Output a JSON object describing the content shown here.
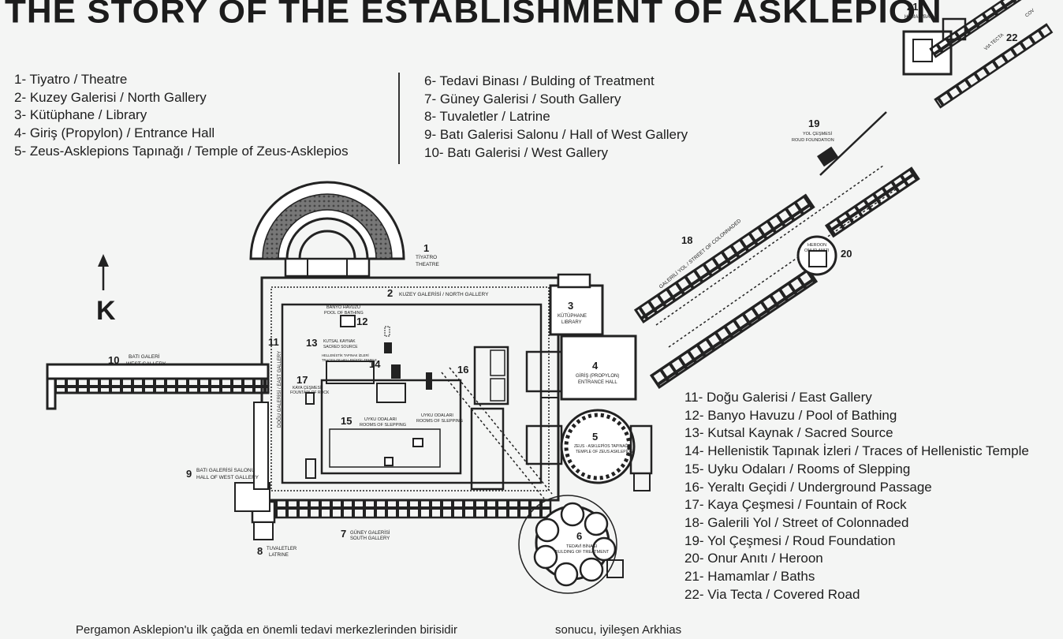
{
  "title": "THE STORY OF THE ESTABLISHMENT OF ASKLEPION",
  "north_letter": "K",
  "legend": [
    "1- Tiyatro / Theatre",
    "2- Kuzey Galerisi / North Gallery",
    "3- Kütüphane / Library",
    "4- Giriş (Propylon) / Entrance Hall",
    "5- Zeus-Asklepions Tapınağı / Temple of Zeus-Asklepios",
    "6- Tedavi Binası / Bulding of Treatment",
    "7- Güney Galerisi / South Gallery",
    "8- Tuvaletler / Latrine",
    "9- Batı Galerisi Salonu / Hall of West Gallery",
    "10- Batı Galerisi / West Gallery",
    "11- Doğu Galerisi / East Gallery",
    "12- Banyo Havuzu / Pool of Bathing",
    "13- Kutsal Kaynak / Sacred Source",
    "14- Hellenistik Tapınak İzleri / Traces of Hellenistic Temple",
    "15- Uyku Odaları / Rooms of Slepping",
    "16- Yeraltı Geçidi / Underground Passage",
    "17- Kaya Çeşmesi / Fountain of Rock",
    "18- Galerili Yol / Street of Colonnaded",
    "19- Yol Çeşmesi  / Roud Foundation",
    "20- Onur Anıtı / Heroon",
    "21- Hamamlar / Baths",
    "22- Via Tecta / Covered Road"
  ],
  "map_labels": {
    "n1": "1",
    "l1a": "TİYATRO",
    "l1b": "THEATRE",
    "n2": "2",
    "l2": "KUZEY GALERİSİ / NORTH GALLERY",
    "n3": "3",
    "l3a": "KÜTÜPHANE",
    "l3b": "LIBRARY",
    "n4": "4",
    "l4a": "GİRİŞ (PROPYLON)",
    "l4b": "ENTRANCE HALL",
    "n5": "5",
    "l5a": "ZEUS - ASKLEPİOS TAPINAĞI",
    "l5b": "TEMPLE OF ZEUS ASKLEPİOS",
    "n6": "6",
    "l6a": "TEDAVİ BİNASI",
    "l6b": "BULDING OF TREATMENT",
    "n7": "7",
    "l7a": "GÜNEY GALERİSİ",
    "l7b": "SOUTH GALLERY",
    "n8": "8",
    "l8a": "TUVALETLER",
    "l8b": "LATRINE",
    "n9": "9",
    "l9a": "BATI GALERİSİ SALONU",
    "l9b": "HALL OF WEST GALLERY",
    "n10": "10",
    "l10a": "BATI GALERİ",
    "l10b": "WEST GALLERY",
    "n11": "11",
    "l11": "DOĞU GALERİSİ / EAST GALLERY",
    "n12": "12",
    "l12a": "BANYO HAVUZU",
    "l12b": "POOL OF BATHING",
    "n13": "13",
    "l13a": "KUTSAL KAYNAK",
    "l13b": "SACRED SOURCE",
    "l14a": "HELLENİSTİK TAPINAK İZLERİ",
    "l14b": "TRACES OF HELLENİSTİC TEMPLE",
    "n14": "14",
    "n15": "15",
    "l15a": "UYKU ODALARI",
    "l15b": "ROOMS OF SLEPPING",
    "l15c": "UYKU ODALARI",
    "l15d": "ROOMS OF SLEPPING",
    "n16": "16",
    "n17": "17",
    "l17a": "KAYA ÇEŞMESİ",
    "l17b": "FOUNTAIN OF ROCK",
    "n18": "18",
    "l18": "GALERİLİ YOL / STREET OF COLONNADED",
    "n19": "19",
    "l19a": "YOL ÇEŞMESİ",
    "l19b": "ROUD FOUNDATION",
    "n20": "20",
    "l20a": "HEROON",
    "l20b": "ONUR ANITI",
    "n21": "21",
    "l21": "HAMAM/BATH",
    "n22": "22",
    "l22": "VIA TECTA",
    "l22b": "COV"
  },
  "footer_left": "Pergamon Asklepion'u ilk çağda en önemli tedavi merkezlerinden birisidir",
  "footer_right": "sonucu, iyileşen Arkhias"
}
